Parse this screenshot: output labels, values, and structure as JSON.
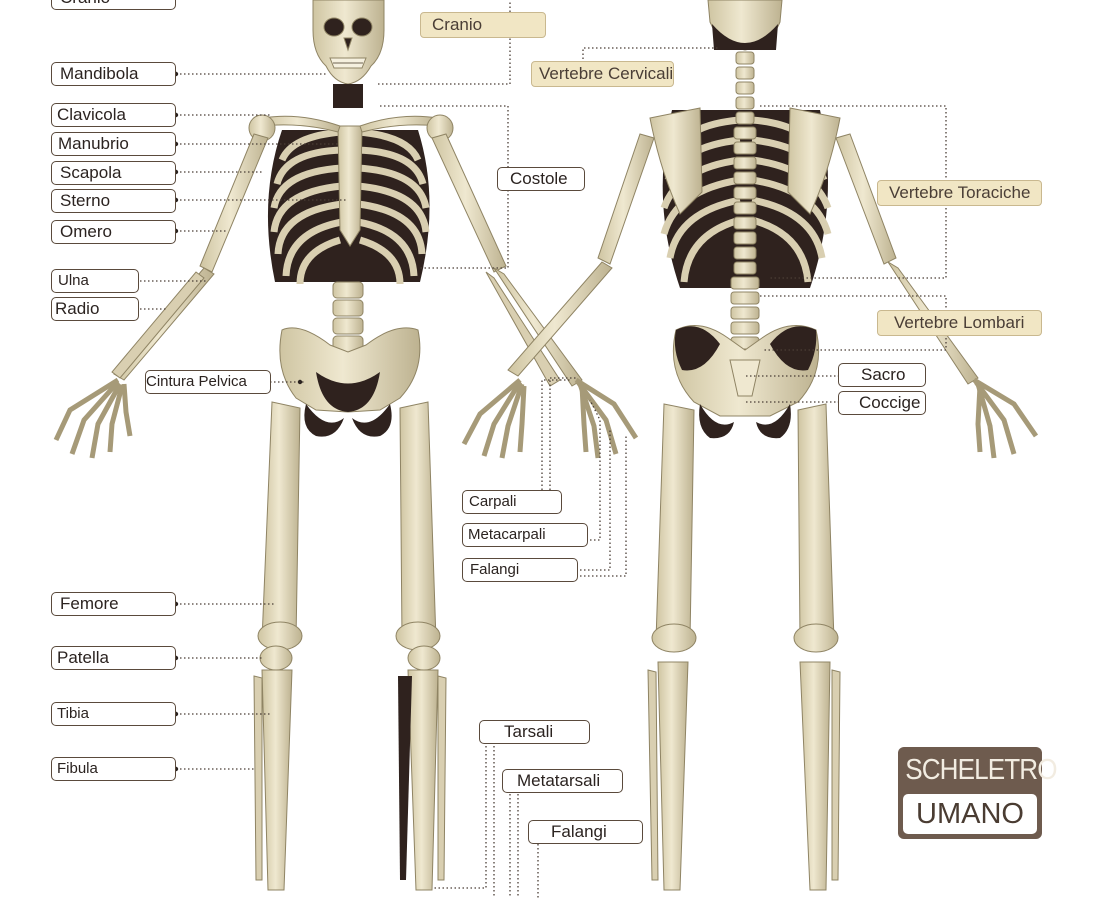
{
  "left_labels": [
    {
      "id": "cranio-partial",
      "text": "Cranio"
    },
    {
      "id": "mandibola",
      "text": "Mandibola"
    },
    {
      "id": "clavicola",
      "text": "Clavicola"
    },
    {
      "id": "manubrio",
      "text": "Manubrio"
    },
    {
      "id": "scapola",
      "text": "Scapola"
    },
    {
      "id": "sterno",
      "text": "Sterno"
    },
    {
      "id": "omero",
      "text": "Omero"
    },
    {
      "id": "ulna",
      "text": "Ulna"
    },
    {
      "id": "radio",
      "text": "Radio"
    },
    {
      "id": "cintura-pelvica",
      "text": "Cintura Pelvica"
    },
    {
      "id": "femore",
      "text": "Femore"
    },
    {
      "id": "patella",
      "text": "Patella"
    },
    {
      "id": "tibia",
      "text": "Tibia"
    },
    {
      "id": "fibula",
      "text": "Fibula"
    }
  ],
  "middle_labels": [
    {
      "id": "costole",
      "text": "Costole"
    },
    {
      "id": "carpali",
      "text": "Carpali"
    },
    {
      "id": "metacarpali",
      "text": "Metacarpali"
    },
    {
      "id": "falangi-mano",
      "text": "Falangi"
    },
    {
      "id": "tarsali",
      "text": "Tarsali"
    },
    {
      "id": "metatarsali",
      "text": "Metatarsali"
    },
    {
      "id": "falangi-piede",
      "text": "Falangi"
    }
  ],
  "right_labels": [
    {
      "id": "sacro",
      "text": "Sacro"
    },
    {
      "id": "coccige",
      "text": "Coccige"
    }
  ],
  "region_tags": [
    {
      "id": "cranio",
      "text": "Cranio"
    },
    {
      "id": "vertebre-cervicali",
      "text": "Vertebre Cervicali"
    },
    {
      "id": "vertebre-toraciche",
      "text": "Vertebre Toraciche"
    },
    {
      "id": "vertebre-lombari",
      "text": "Vertebre Lombari"
    }
  ],
  "title": {
    "line1": "SCHELETRO",
    "line2": "UMANO"
  },
  "colors": {
    "bone": "#e9e1c5",
    "bone_shadow": "#b8ad8b",
    "dark": "#3a2b25",
    "label_border": "#5a4a3c",
    "tag_fill": "#f1e6c4",
    "title_fill": "#6e5b4e"
  }
}
